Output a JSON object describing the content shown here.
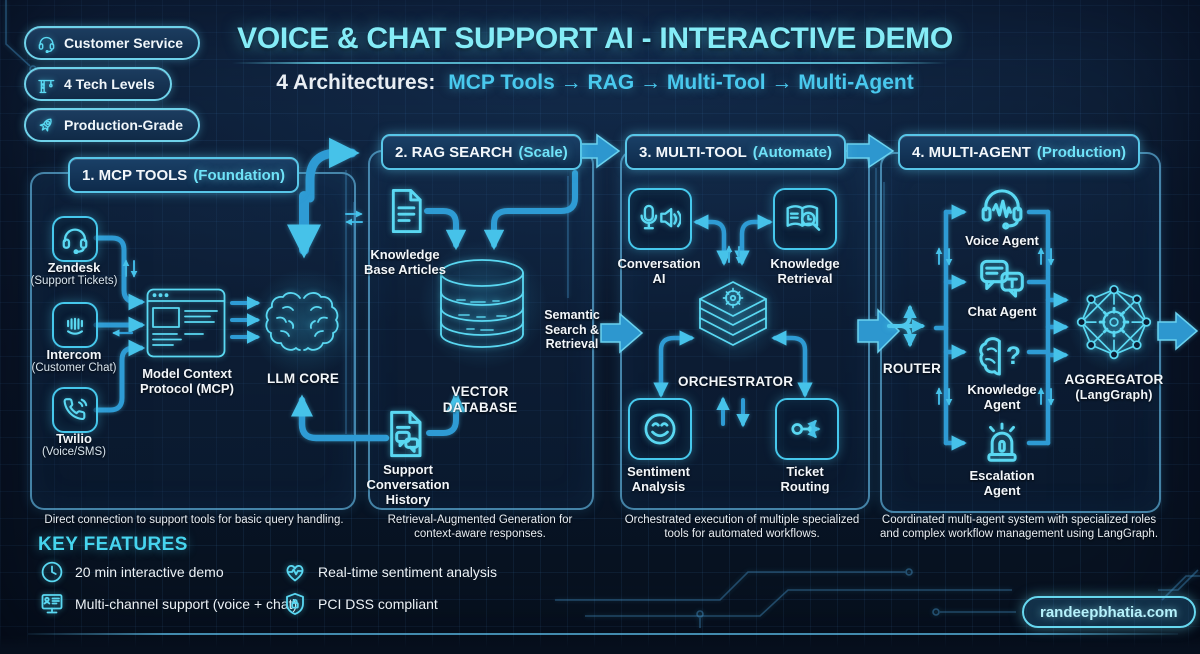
{
  "header": {
    "badges": [
      {
        "icon": "headset-icon",
        "label": "Customer Service"
      },
      {
        "icon": "crane-icon",
        "label": "4 Tech Levels"
      },
      {
        "icon": "rocket-icon",
        "label": "Production-Grade"
      }
    ],
    "title": "VOICE & CHAT SUPPORT AI - INTERACTIVE DEMO",
    "subtitle_prefix": "4 Architectures:",
    "subtitle_flow": "MCP Tools → RAG → Multi-Tool → Multi-Agent"
  },
  "panels": [
    {
      "number": "1. MCP TOOLS",
      "qualifier": "(Foundation)",
      "nodes": {
        "zendesk": {
          "icon": "headset-icon",
          "name": "Zendesk",
          "sub": "(Support Tickets)"
        },
        "intercom": {
          "icon": "intercom-icon",
          "name": "Intercom",
          "sub": "(Customer Chat)"
        },
        "twilio": {
          "icon": "phone-icon",
          "name": "Twilio",
          "sub": "(Voice/SMS)"
        },
        "mcp": {
          "icon": "browser-window-icon",
          "name": "Model Context Protocol (MCP)"
        },
        "llm": {
          "icon": "brain-icon",
          "name": "LLM CORE"
        }
      },
      "caption": "Direct connection to support tools for basic query handling."
    },
    {
      "number": "2. RAG SEARCH",
      "qualifier": "(Scale)",
      "nodes": {
        "kb": {
          "icon": "document-icon",
          "name": "Knowledge Base Articles"
        },
        "vdb": {
          "icon": "database-icon",
          "name": "VECTOR DATABASE"
        },
        "sch": {
          "icon": "document-chat-icon",
          "name": "Support Conversation History"
        },
        "semantic": {
          "name": "Semantic Search & Retrieval"
        }
      },
      "caption": "Retrieval-Augmented Generation for context-aware responses."
    },
    {
      "number": "3. MULTI-TOOL",
      "qualifier": "(Automate)",
      "nodes": {
        "conv": {
          "icon": "mic-speaker-icon",
          "name": "Conversation AI"
        },
        "kr": {
          "icon": "book-magnifier-icon",
          "name": "Knowledge Retrieval"
        },
        "orch": {
          "icon": "layer-stack-icon",
          "name": "ORCHESTRATOR"
        },
        "sentiment": {
          "icon": "smiley-icon",
          "name": "Sentiment Analysis"
        },
        "ticket": {
          "icon": "branch-routing-icon",
          "name": "Ticket Routing"
        }
      },
      "caption": "Orchestrated execution of multiple specialized tools for automated workflows."
    },
    {
      "number": "4. MULTI-AGENT",
      "qualifier": "(Production)",
      "nodes": {
        "router": {
          "icon": "router-branch-icon",
          "name": "ROUTER"
        },
        "voice": {
          "icon": "headset-wave-icon",
          "name": "Voice Agent"
        },
        "chat": {
          "icon": "chat-bubbles-icon",
          "name": "Chat Agent"
        },
        "knowledge": {
          "icon": "brain-question-icon",
          "name": "Knowledge Agent"
        },
        "escalation": {
          "icon": "siren-icon",
          "name": "Escalation Agent"
        },
        "aggregator": {
          "icon": "network-gear-icon",
          "name": "AGGREGATOR",
          "sub": "(LangGraph)"
        }
      },
      "caption": "Coordinated multi-agent system with specialized roles and complex workflow management using LangGraph."
    }
  ],
  "key_features": {
    "heading": "KEY FEATURES",
    "items": [
      {
        "icon": "clock-icon",
        "label": "20 min interactive demo"
      },
      {
        "icon": "monitor-icon",
        "label": "Multi-channel support (voice + chat)"
      },
      {
        "icon": "heart-pulse-icon",
        "label": "Real-time sentiment analysis"
      },
      {
        "icon": "shield-lock-icon",
        "label": "PCI DSS compliant"
      }
    ]
  },
  "footer": {
    "website": "randeepbhatia.com"
  },
  "colors": {
    "accent_cyan": "#5fdcf2",
    "arrow_blue": "#2f9fd6",
    "background": "#0a1629",
    "text": "#eef4f8"
  }
}
